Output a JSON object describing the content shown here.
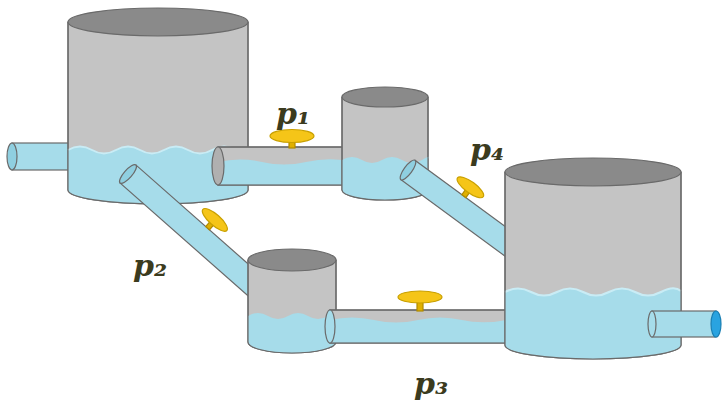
{
  "diagram": {
    "labels": [
      "p₁",
      "p₄",
      "p₂",
      "p₃"
    ]
  }
}
